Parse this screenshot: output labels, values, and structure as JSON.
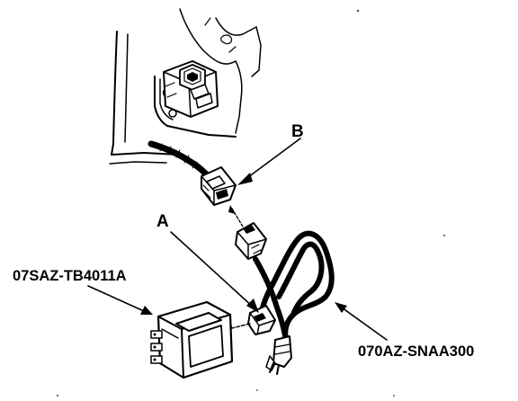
{
  "figure": {
    "callouts": {
      "a": "A",
      "b": "B",
      "tester": "07SAZ-TB4011A",
      "cable": "070AZ-SNAA300"
    }
  }
}
